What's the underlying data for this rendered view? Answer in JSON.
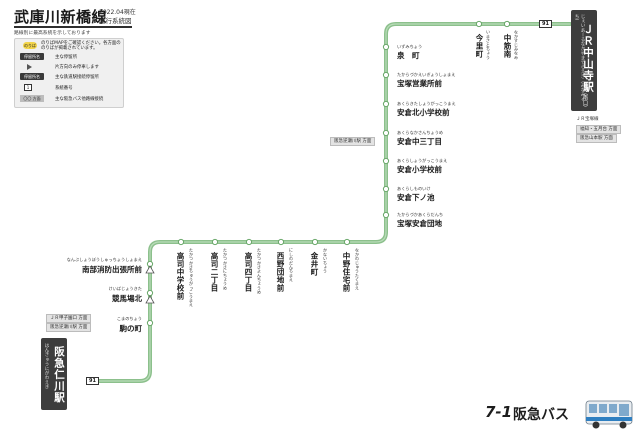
{
  "header": {
    "title": "武庫川新橋線",
    "as_of": "2022.04現在",
    "subtitle": "運行系統図",
    "note": "路線別に最高系統を示しております"
  },
  "legend": {
    "items": [
      {
        "symbol": "のりば",
        "label": "のりばMAPをご確認ください。各方面ののりばが掲載されています。"
      },
      {
        "symbol": "停留所名",
        "label": "主な停留所"
      },
      {
        "symbol": "",
        "label": "片方向のみ停車します"
      },
      {
        "symbol": "停留所名",
        "label": "主な鉄道駅接続停留所"
      },
      {
        "symbol": "1",
        "label": "系統番号"
      },
      {
        "symbol": "〇〇 方面",
        "label": "主な阪急バス他路線接続"
      }
    ]
  },
  "terminals": {
    "east": {
      "name": "ＪＲ中山寺駅",
      "sub": "（南口）",
      "ruby": "じぇいあーるなかやまでらえき（みなみぐち）"
    },
    "west": {
      "name": "阪急仁川駅",
      "ruby": "はんきゅうにがわえき"
    }
  },
  "route_number": "91",
  "connections": {
    "east": {
      "head": "ＪＲ宝塚線",
      "boxes": [
        "福知・五月台 方面",
        "阪急山本駅 方面"
      ]
    },
    "right_route": {
      "boxes": [
        "阪急逆瀬川駅 方面"
      ]
    },
    "west": {
      "boxes": [
        "ＪＲ甲子園口 方面",
        "阪急逆瀬川駅 方面"
      ]
    }
  },
  "stops_top": [
    {
      "name": "中筋南",
      "ruby": "なかすじみなみ"
    },
    {
      "name": "今里町",
      "ruby": "いまさとちょう"
    }
  ],
  "stops_right": [
    {
      "name": "泉　町",
      "ruby": "いずみちょう"
    },
    {
      "name": "宝塚営業所前",
      "ruby": "たからづかえいぎょうしょまえ"
    },
    {
      "name": "安倉北小学校前",
      "ruby": "あくらきたしょうがっこうまえ"
    },
    {
      "name": "安倉中三丁目",
      "ruby": "あくらなかさんちょうめ"
    },
    {
      "name": "安倉小学校前",
      "ruby": "あくらしょうがっこうまえ"
    },
    {
      "name": "安倉下ノ池",
      "ruby": "あくらしものいけ"
    },
    {
      "name": "宝塚安倉団地",
      "ruby": "たからづかあくらだんち"
    }
  ],
  "stops_bottom": [
    {
      "name": "中野住宅前",
      "ruby": "なかのじゅうたくまえ"
    },
    {
      "name": "金井町",
      "ruby": "かないちょう"
    },
    {
      "name": "西野団地前",
      "ruby": "にしのだんちまえ"
    },
    {
      "name": "高司四丁目",
      "ruby": "たかつかさよんちょうめ"
    },
    {
      "name": "高司二丁目",
      "ruby": "たかつかさにちょうめ"
    },
    {
      "name": "高司中学校前",
      "ruby": "たかつかさちゅうがっこうまえ"
    }
  ],
  "stops_left": [
    {
      "name": "南部消防出張所前",
      "ruby": "なんぶしょうぼうしゅっちょうしょまえ"
    },
    {
      "name": "競馬場北",
      "ruby": "けいばじょうきた"
    },
    {
      "name": "駒の町",
      "ruby": "こまのちょう"
    }
  ],
  "brand": {
    "mark": "7-1",
    "name": "阪急バス"
  },
  "colors": {
    "route": "#8cc08c",
    "terminal": "#3d3d3d",
    "text": "#1a1a1a"
  }
}
